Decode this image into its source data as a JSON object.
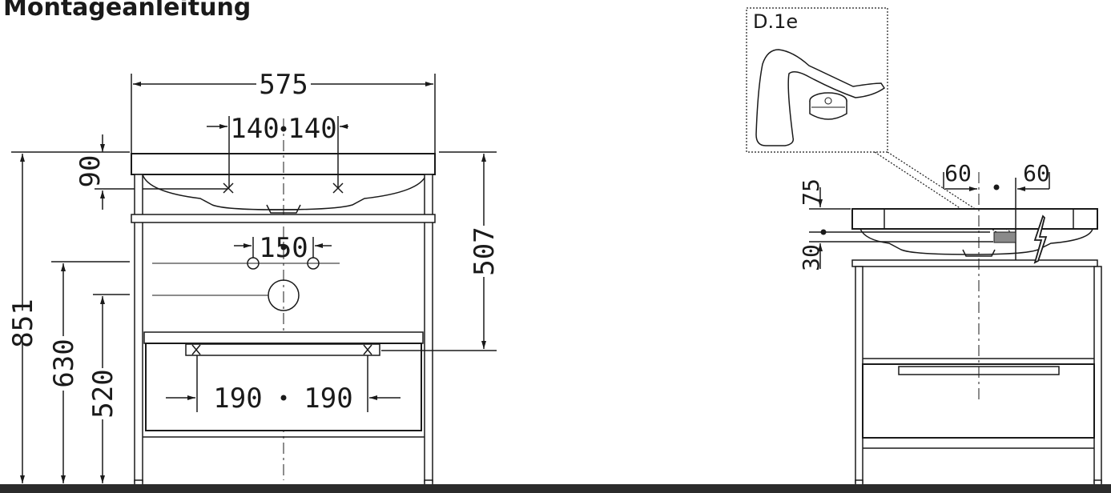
{
  "title": "Montageanleitung",
  "detail_label": "D.1e",
  "front_view": {
    "dim_width": "575",
    "dim_tap_left": "140",
    "dim_tap_right": "140",
    "dim_top_offset": "90",
    "dim_total_height": "851",
    "dim_drain_spacing": "150",
    "dim_height_630": "630",
    "dim_height_520": "520",
    "dim_basin_depth": "507",
    "dim_drawer_left": "190",
    "dim_drawer_right": "190"
  },
  "side_view": {
    "dim_left": "60",
    "dim_right": "60",
    "dim_75": "75",
    "dim_30": "30"
  },
  "colors": {
    "line": "#1a1a1a",
    "footer_bar": "#2b2b2b",
    "detail_fill": "#8a8a8a"
  }
}
